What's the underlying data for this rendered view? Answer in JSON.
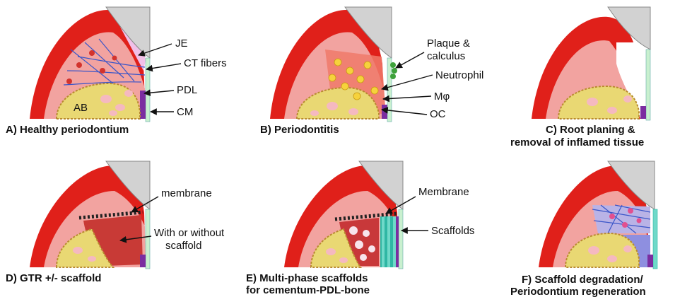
{
  "panels": {
    "a": {
      "caption": "A) Healthy periodontium",
      "labels": {
        "je": "JE",
        "ct": "CT fibers",
        "pdl": "PDL",
        "cm": "CM",
        "ab": "AB"
      }
    },
    "b": {
      "caption": "B) Periodontitis",
      "labels": {
        "plaque1": "Plaque &",
        "plaque2": "calculus",
        "neut": "Neutrophil",
        "mphi": "Mφ",
        "oc": "OC"
      }
    },
    "c": {
      "caption1": "C) Root planing &",
      "caption2": "removal of inflamed tissue"
    },
    "d": {
      "caption": "D) GTR +/- scaffold",
      "labels": {
        "membrane": "membrane",
        "with1": "With or without",
        "with2": "scaffold"
      }
    },
    "e": {
      "caption1": "E) Multi-phase scaffolds",
      "caption2": "for cementum-PDL-bone",
      "labels": {
        "membrane": "Membrane",
        "scaffolds": "Scaffolds"
      }
    },
    "f": {
      "caption1": "F) Scaffold degradation/",
      "caption2": "Periodontium regeneration"
    }
  },
  "colors": {
    "gingiva": "#e0201a",
    "connective": "#f2a3a0",
    "bone": "#e9d873",
    "bone_spot": "#f5b9c0",
    "tooth": "#d2d2d2",
    "root": "#c9f0cf",
    "je": "#f1c0e8",
    "pdl": "#7b2da0",
    "fiber": "#3a55c8",
    "cells": "#f6d23c"
  }
}
